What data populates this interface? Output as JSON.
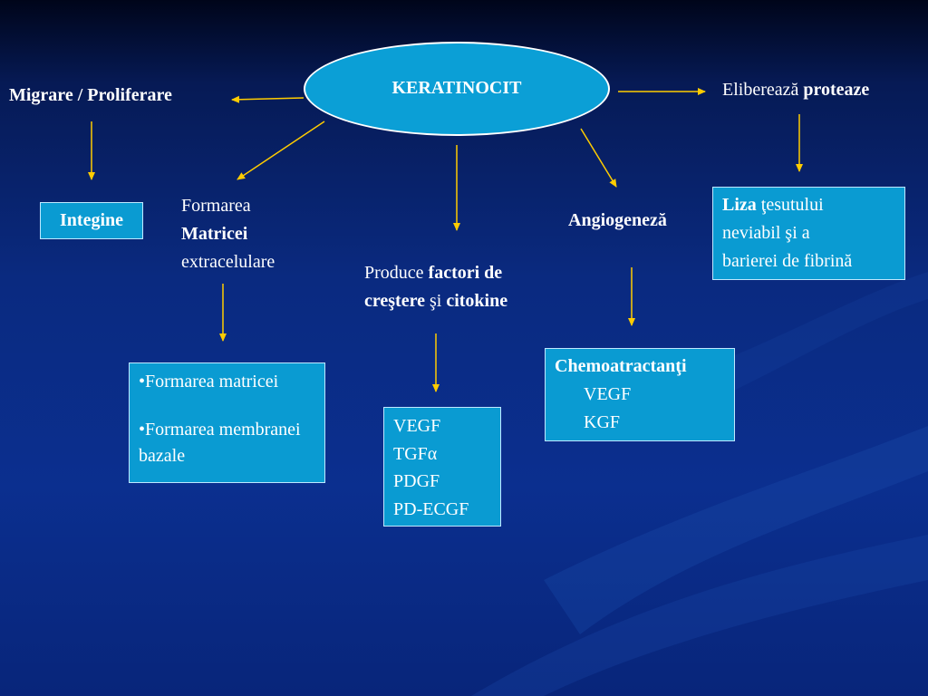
{
  "center": {
    "label": "KERATINOCIT"
  },
  "left_top": {
    "label": "Migrare / Proliferare"
  },
  "integrins": {
    "label": "Integine"
  },
  "matrix": {
    "line1": "Formarea",
    "line2": "Matricei",
    "line3": "extracelulare"
  },
  "matrix_box": {
    "item1": "•Formarea matricei",
    "item2": "•Formarea membranei bazale"
  },
  "factors": {
    "pre": "Produce ",
    "bold1": "factori de creştere",
    "mid": " şi ",
    "bold2": "citokine"
  },
  "factors_box": {
    "items": [
      "VEGF",
      "TGFα",
      "PDGF",
      "PD-ECGF"
    ]
  },
  "angio": {
    "label": "Angiogeneză"
  },
  "chemo_box": {
    "title": "Chemoatractanţi",
    "items": [
      "VEGF",
      "KGF"
    ]
  },
  "proteases": {
    "pre": "Eliberează ",
    "bold": "proteaze"
  },
  "lysis_box": {
    "bold": "Liza",
    "rest1": " ţesutului",
    "rest2": "neviabil şi a",
    "rest3": "barierei de fibrină"
  },
  "colors": {
    "accent": "#0a9bd2",
    "arrow": "#ffcc00",
    "background": "#0a2a80"
  }
}
